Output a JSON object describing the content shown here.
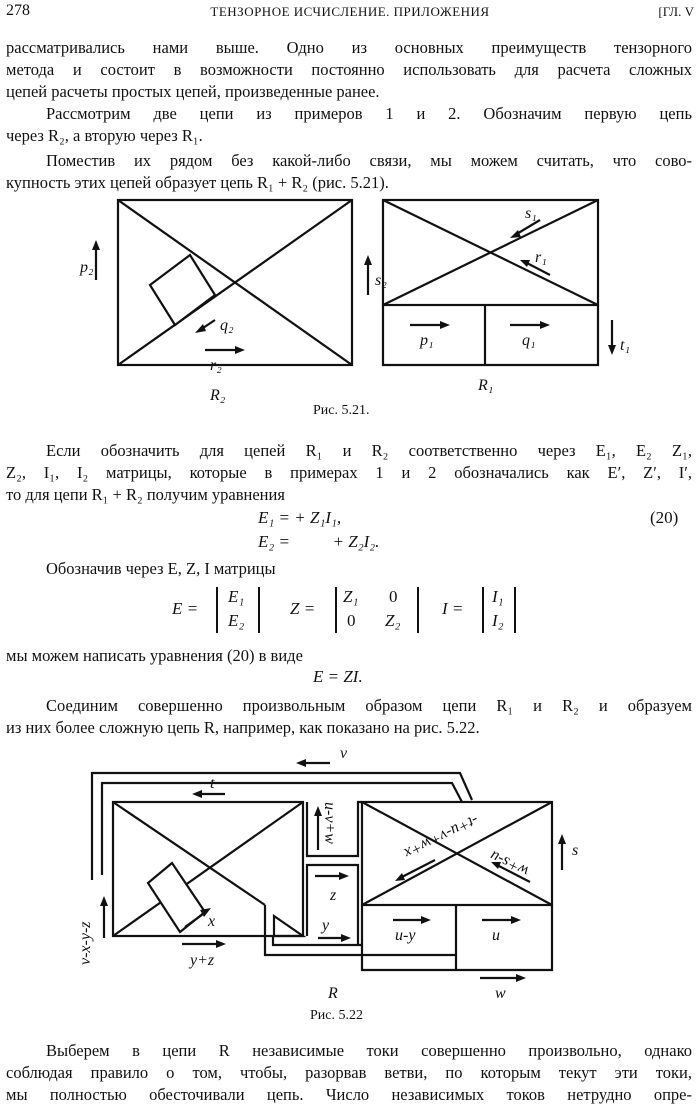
{
  "header": {
    "page_number": "278",
    "running_title": "ТЕНЗОРНОЕ ИСЧИСЛЕНИЕ. ПРИЛОЖЕНИЯ",
    "chapter": "[ГЛ. V"
  },
  "para1": [
    "рассматривались нами выше. Одно из основных преимуществ тензорного",
    "метода и состоит в возможности постоянно использовать для расчета сложных",
    "цепей расчеты простых цепей, произведенные ранее."
  ],
  "para2": [
    "Рассмотрим две цепи из примеров 1 и 2. Обозначим первую цепь",
    "через R₂, а вторую через R₁."
  ],
  "para3": [
    "Поместив их рядом без какой-либо связи, мы можем считать, что сово-",
    "купность этих цепей образует цепь R₁ + R₂ (рис. 5.21)."
  ],
  "fig521": {
    "left_labels": {
      "p": "p₂",
      "s": "s₂",
      "q": "q₂",
      "r": "r₂",
      "name": "R₂"
    },
    "right_labels": {
      "s": "s₁",
      "r": "r₁",
      "p": "p₁",
      "q": "q₁",
      "t": "t₁",
      "name": "R₁"
    },
    "caption": "Рис. 5.21."
  },
  "para4": [
    "Если обозначить для цепей R₁ и R₂ соответственно через E₁, E₂ Z₁,",
    "Z₂, I₁, I₂ матрицы, которые в примерах 1 и 2 обозначались как E′, Z′, I′,",
    "то для цепи R₁ + R₂ получим уравнения"
  ],
  "equations": {
    "eq1": "E₁ = + Z₁I₁,",
    "eq2": "E₂ =          + Z₂I₂.",
    "number": "(20)"
  },
  "para5": "Обозначив через E, Z, I матрицы",
  "matrices": {
    "E_lhs": "E =",
    "E": [
      "E₁",
      "E₂"
    ],
    "Z_lhs": "Z =",
    "Z": [
      "Z₁",
      "0",
      "0",
      "Z₂"
    ],
    "I_lhs": "I =",
    "I": [
      "I₁",
      "I₂"
    ]
  },
  "para6": "мы можем написать уравнения (20) в виде",
  "eq_compact": "E = ZI.",
  "para7": [
    "Соединим совершенно произвольным образом цепи R₁ и R₂ и образуем",
    "из них более сложную цепь R, например, как показано на рис. 5.22."
  ],
  "fig522": {
    "labels": {
      "v": "v",
      "t": "t",
      "u_v_w": "u-v+w",
      "v_x_y_z": "v-x-y-z",
      "z": "z",
      "x": "x",
      "y": "y",
      "y_z": "y+z",
      "diag": "-t+u-v+w+x",
      "w_s_u": "w+s-u",
      "s": "s",
      "u_y": "u-y",
      "u": "u",
      "w": "w",
      "R": "R"
    },
    "caption": "Рис. 5.22"
  },
  "para8": [
    "Выберем в цепи R независимые токи совершенно произвольно, однако",
    "соблюдая правило о том, чтобы, разорвав ветви, по которым текут эти токи,",
    "мы полностью обесточивали цепь. Число независимых токов нетрудно опре-"
  ]
}
